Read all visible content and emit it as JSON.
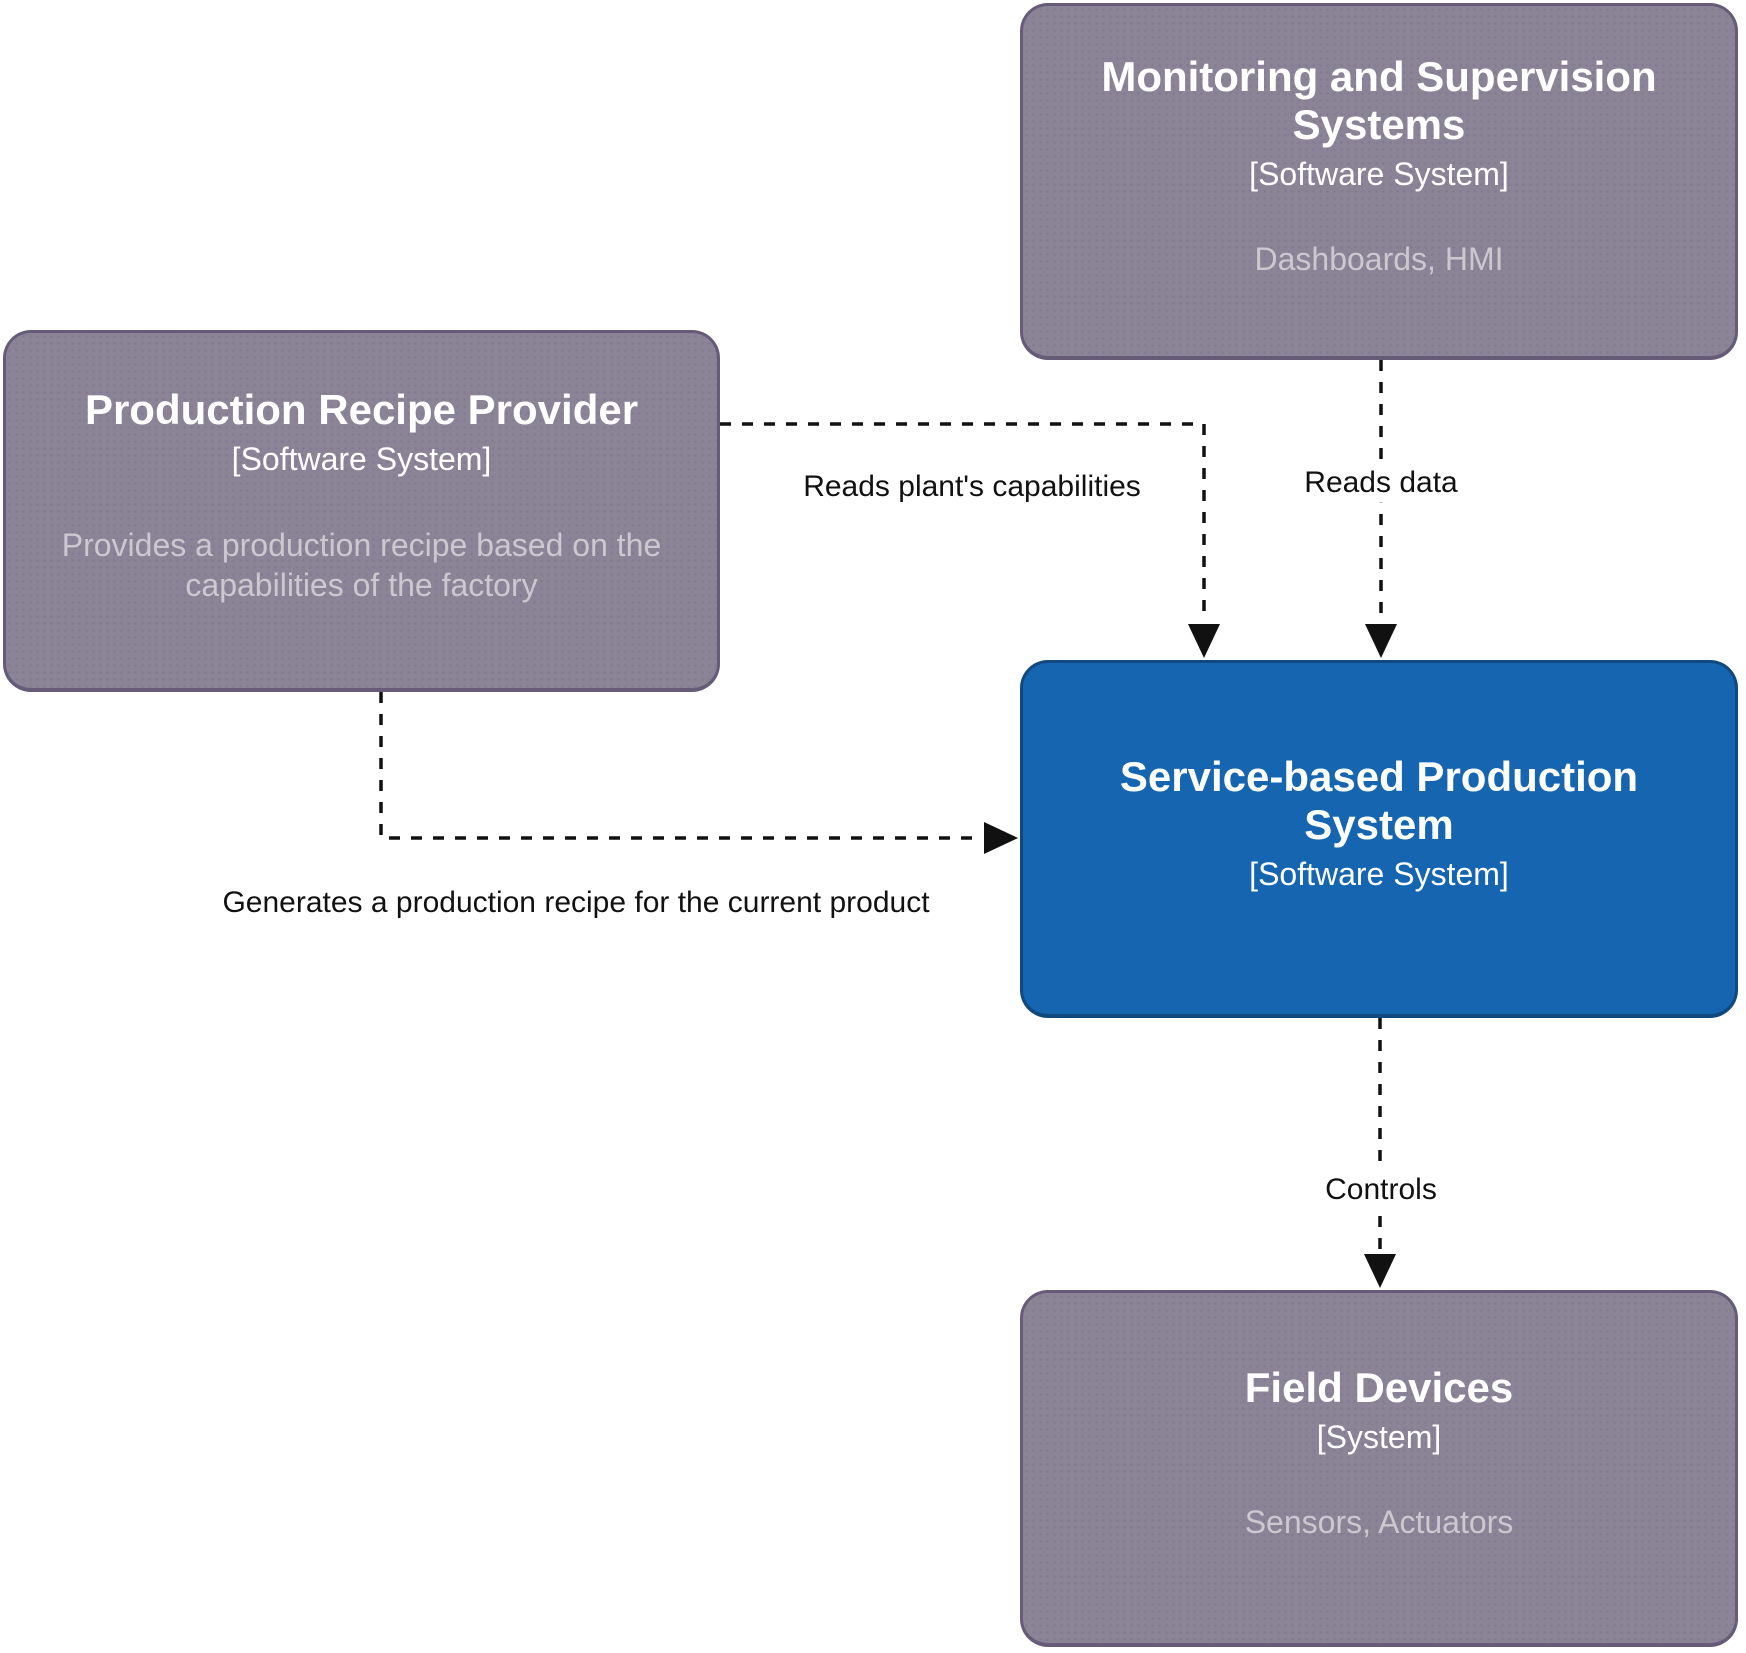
{
  "diagram": {
    "kind": "system-context-diagram"
  },
  "colors": {
    "external_fill": "#8b8396",
    "external_border": "#665c77",
    "primary_fill": "#1565b1",
    "primary_border": "#11497f",
    "title_text": "#ffffff",
    "desc_text": "#cbc8d0",
    "edge": "#111111"
  },
  "systems": {
    "monitoring": {
      "title": "Monitoring and Supervision Systems",
      "type": "[Software System]",
      "description": "Dashboards, HMI"
    },
    "recipe_provider": {
      "title": "Production Recipe Provider",
      "type": "[Software System]",
      "description": "Provides a production recipe based on the capabilities of the factory"
    },
    "production_system": {
      "title": "Service-based Production System",
      "type": "[Software System]",
      "description": ""
    },
    "field_devices": {
      "title": "Field Devices",
      "type": "[System]",
      "description": "Sensors, Actuators"
    }
  },
  "relationships": [
    {
      "from": "Production Recipe Provider",
      "to": "Service-based Production System",
      "label": "Reads plant's capabilities"
    },
    {
      "from": "Monitoring and Supervision Systems",
      "to": "Service-based Production System",
      "label": "Reads data"
    },
    {
      "from": "Production Recipe Provider",
      "to": "Service-based Production System",
      "label": "Generates a production recipe for the current product"
    },
    {
      "from": "Service-based Production System",
      "to": "Field Devices",
      "label": "Controls"
    }
  ]
}
